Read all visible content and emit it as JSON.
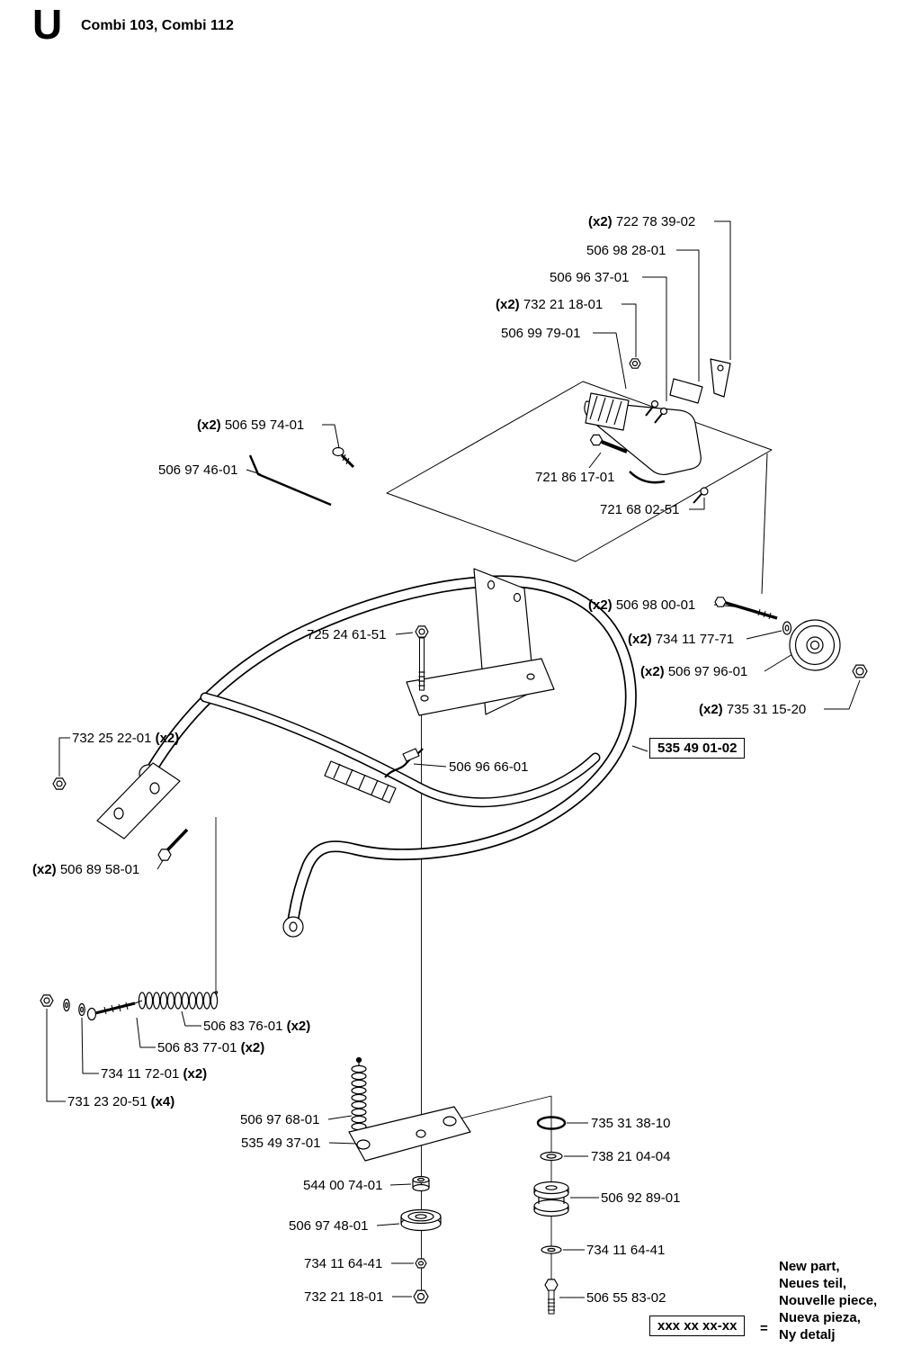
{
  "header": {
    "letter": "U",
    "title": "Combi 103, Combi 112"
  },
  "assembly_ref": {
    "number": "535 49 01-02"
  },
  "parts": {
    "p722_78_39_02": {
      "pre": "(x2) ",
      "num": "722 78 39-02"
    },
    "p506_98_28_01": {
      "num": "506 98 28-01"
    },
    "p506_96_37_01": {
      "num": "506 96 37-01"
    },
    "p732_21_18_01_top": {
      "pre": "(x2) ",
      "num": "732 21 18-01"
    },
    "p506_99_79_01": {
      "num": "506 99 79-01"
    },
    "p506_59_74_01": {
      "pre": "(x2) ",
      "num": "506 59 74-01"
    },
    "p506_97_46_01": {
      "num": "506 97 46-01"
    },
    "p721_86_17_01": {
      "num": "721 86 17-01"
    },
    "p721_68_02_51": {
      "num": "721 68 02-51"
    },
    "p506_98_00_01": {
      "pre": "(x2) ",
      "num": "506 98 00-01"
    },
    "p734_11_77_71": {
      "pre": "(x2) ",
      "num": "734 11 77-71"
    },
    "p506_97_96_01": {
      "pre": "(x2) ",
      "num": "506 97 96-01"
    },
    "p735_31_15_20": {
      "pre": "(x2) ",
      "num": "735 31 15-20"
    },
    "p725_24_61_51": {
      "num": "725 24 61-51"
    },
    "p732_25_22_01": {
      "num": "732 25 22-01",
      "post": " (x2)"
    },
    "p506_96_66_01": {
      "num": "506 96 66-01"
    },
    "p506_89_58_01": {
      "pre": "(x2) ",
      "num": "506 89 58-01"
    },
    "p506_83_76_01": {
      "num": "506 83 76-01",
      "post": " (x2)"
    },
    "p506_83_77_01": {
      "num": "506 83 77-01",
      "post": " (x2)"
    },
    "p734_11_72_01": {
      "num": "734 11 72-01",
      "post": " (x2)"
    },
    "p731_23_20_51": {
      "num": "731 23 20-51",
      "post": " (x4)"
    },
    "p506_97_68_01": {
      "num": "506 97 68-01"
    },
    "p535_49_37_01": {
      "num": "535 49 37-01"
    },
    "p735_31_38_10": {
      "num": "735 31 38-10"
    },
    "p738_21_04_04": {
      "num": "738 21 04-04"
    },
    "p544_00_74_01": {
      "num": "544 00 74-01"
    },
    "p506_92_89_01": {
      "num": "506 92 89-01"
    },
    "p506_97_48_01": {
      "num": "506 97 48-01"
    },
    "p734_11_64_41": {
      "num": "734 11 64-41"
    },
    "p732_21_18_01_bottom": {
      "num": "732 21 18-01"
    },
    "p506_55_83_02": {
      "num": "506 55 83-02"
    }
  },
  "legend": {
    "box": "xxx xx xx-xx",
    "equals": "=",
    "lines": [
      "New part,",
      "Neues teil,",
      "Nouvelle piece,",
      "Nueva pieza,",
      "Ny detalj"
    ]
  },
  "colors": {
    "ink": "#000000",
    "background": "#ffffff"
  }
}
